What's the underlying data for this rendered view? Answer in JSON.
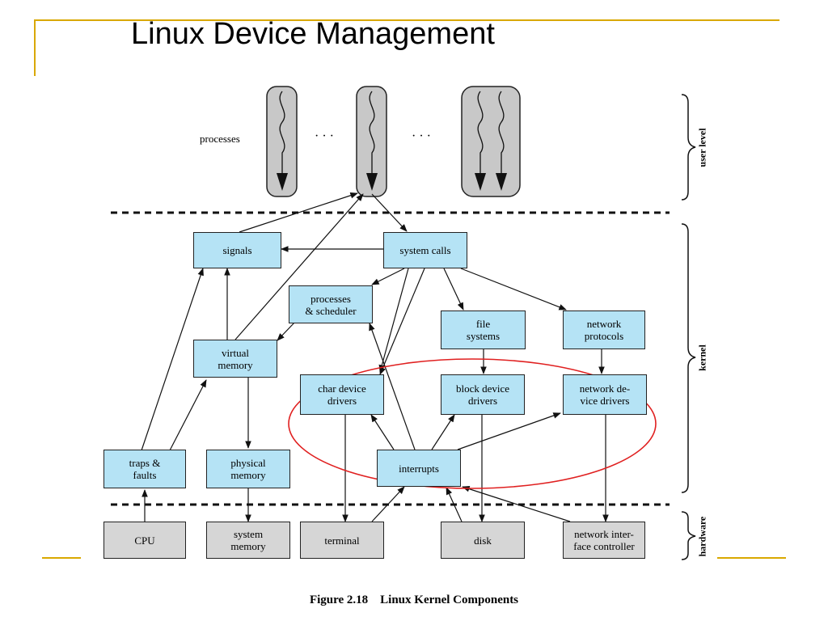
{
  "title": "Linux Device Management",
  "caption": "Figure 2.18    Linux Kernel Components",
  "levels": {
    "user": "user level",
    "kernel": "kernel",
    "hardware": "hardware"
  },
  "processes_label": "processes",
  "ellipsis": "· · ·",
  "kernel_boxes": {
    "signals": [
      "signals"
    ],
    "system_calls": [
      "system calls"
    ],
    "processes_scheduler": [
      "processes",
      "& scheduler"
    ],
    "file_systems": [
      "file",
      "systems"
    ],
    "network_protocols": [
      "network",
      "protocols"
    ],
    "virtual_memory": [
      "virtual",
      "memory"
    ],
    "char_device_drivers": [
      "char device",
      "drivers"
    ],
    "block_device_drivers": [
      "block device",
      "drivers"
    ],
    "network_device_drivers": [
      "network de-",
      "vice drivers"
    ],
    "traps_faults": [
      "traps &",
      "faults"
    ],
    "physical_memory": [
      "physical",
      "memory"
    ],
    "interrupts": [
      "interrupts"
    ]
  },
  "hardware_boxes": {
    "cpu": [
      "CPU"
    ],
    "system_memory": [
      "system",
      "memory"
    ],
    "terminal": [
      "terminal"
    ],
    "disk": [
      "disk"
    ],
    "network_interface_controller": [
      "network inter-",
      "face controller"
    ]
  },
  "colors": {
    "kernel_box": "#b5e3f5",
    "hardware_box": "#d6d6d6",
    "process_box": "#c8c8c8",
    "highlight_ellipse": "#e02020",
    "slide_accent": "#d9a800"
  }
}
